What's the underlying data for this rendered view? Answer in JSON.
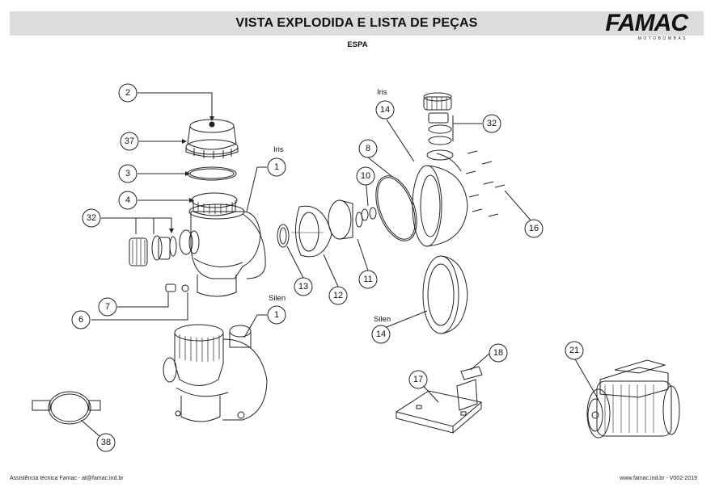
{
  "document": {
    "title": "VISTA EXPLODIDA E LISTA DE PEÇAS",
    "subtitle": "ESPA",
    "logo": {
      "name": "FAMAC",
      "tagline": "MOTOBOMBAS"
    },
    "footer_left": "Assistência técnica Famac - at@famac.ind.br",
    "footer_right": "www.famac.ind.br - V002-2019"
  },
  "callouts": {
    "c2": "2",
    "c37": "37",
    "c3": "3",
    "c4": "4",
    "c32a": "32",
    "c1a": "1",
    "c7": "7",
    "c6": "6",
    "c1b": "1",
    "c38": "38",
    "c13": "13",
    "c12": "12",
    "c10": "10",
    "c11": "11",
    "c8": "8",
    "c14a": "14",
    "c32b": "32",
    "c16": "16",
    "c14b": "14",
    "c18": "18",
    "c17": "17",
    "c21": "21"
  },
  "captions": {
    "iris_left": "Iris",
    "silen_left": "Silen",
    "iris_right": "Iris",
    "silen_right": "Silen"
  }
}
